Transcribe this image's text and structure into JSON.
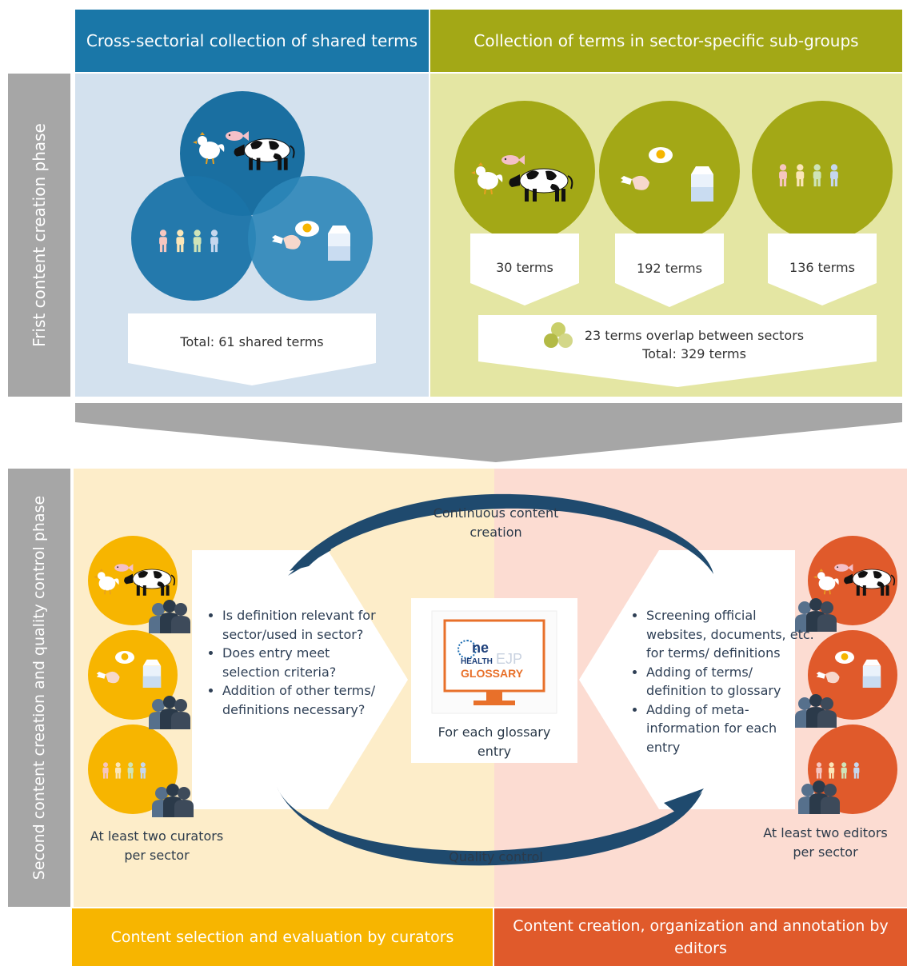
{
  "top": {
    "left_header": "Cross-sectorial collection of shared terms",
    "right_header": "Collection of terms in sector-specific sub-groups",
    "phase_label": "Frist content creation phase",
    "shared_total": "Total: 61 shared terms",
    "sector_terms": [
      "30 terms",
      "192 terms",
      "136 terms"
    ],
    "overlap": "23 terms overlap between sectors",
    "total": "Total: 329 terms"
  },
  "bottom": {
    "phase_label": "Second content creation and quality control phase",
    "cycle_top": "Continuous content creation",
    "cycle_bottom": "Quality control",
    "curator_questions": [
      "Is definition relevant for sector/used in sector?",
      "Does entry meet selection criteria?",
      "Addition of other terms/ definitions necessary?"
    ],
    "editor_tasks": [
      "Screening official websites, documents, etc. for  terms/ definitions",
      "Adding of terms/ definition  to glossary",
      "Adding of meta-information for each entry"
    ],
    "center_caption": "For each glossary entry",
    "logo": {
      "one": "ne",
      "health": "HEALTH",
      "ejp": "EJP",
      "glossary": "GLOSSARY"
    },
    "curators_note": "At least two curators per sector",
    "editors_note": "At least two editors per sector",
    "left_footer": "Content selection and evaluation by curators",
    "right_footer": "Content creation, organization and annotation by editors"
  },
  "colors": {
    "blue_header": "#1a77a8",
    "olive_header": "#a3a816",
    "blue_panel": "#d3e1ee",
    "olive_panel": "#e4e6a3",
    "yellow_panel": "#fdedc9",
    "pink_panel": "#fcdcd2",
    "yellow": "#f7b500",
    "orange": "#e05a2b",
    "navy": "#1f4a6e",
    "grey": "#a6a6a6"
  }
}
